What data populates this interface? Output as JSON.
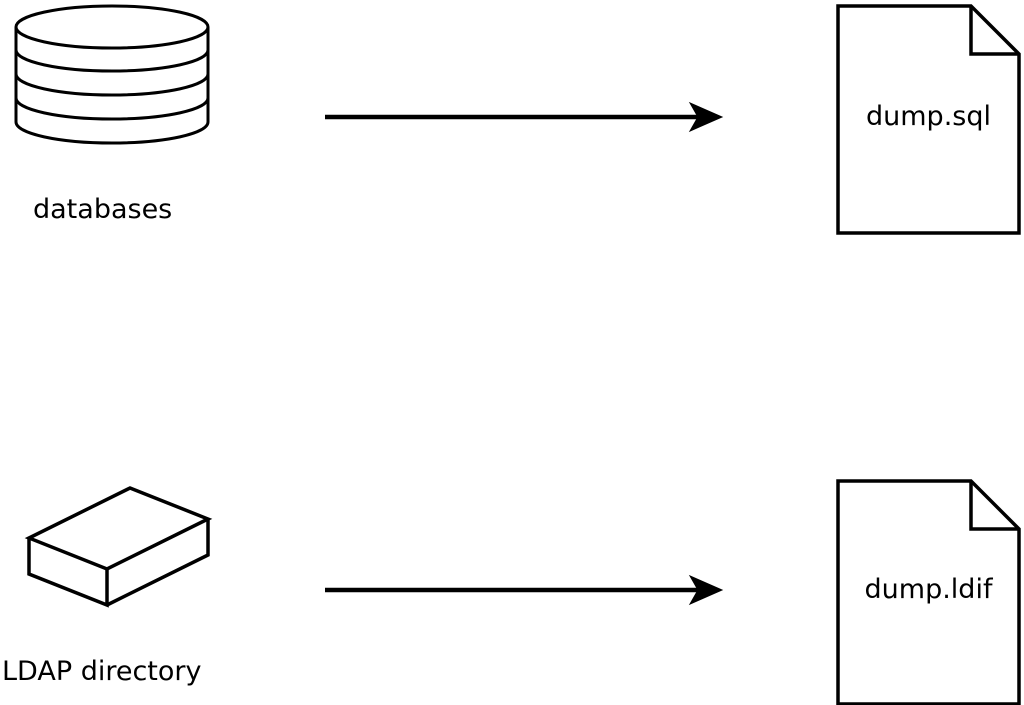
{
  "rows": [
    {
      "source_label": "databases",
      "source_icon": "database-cylinder",
      "arrow": "right-arrow",
      "target_label": "dump.sql",
      "target_icon": "document-dogear"
    },
    {
      "source_label": "LDAP directory",
      "source_icon": "box-3d",
      "arrow": "right-arrow",
      "target_label": "dump.ldif",
      "target_icon": "document-dogear"
    }
  ],
  "colors": {
    "stroke": "#000000",
    "background": "#ffffff",
    "document_fill": "#ffffff"
  }
}
